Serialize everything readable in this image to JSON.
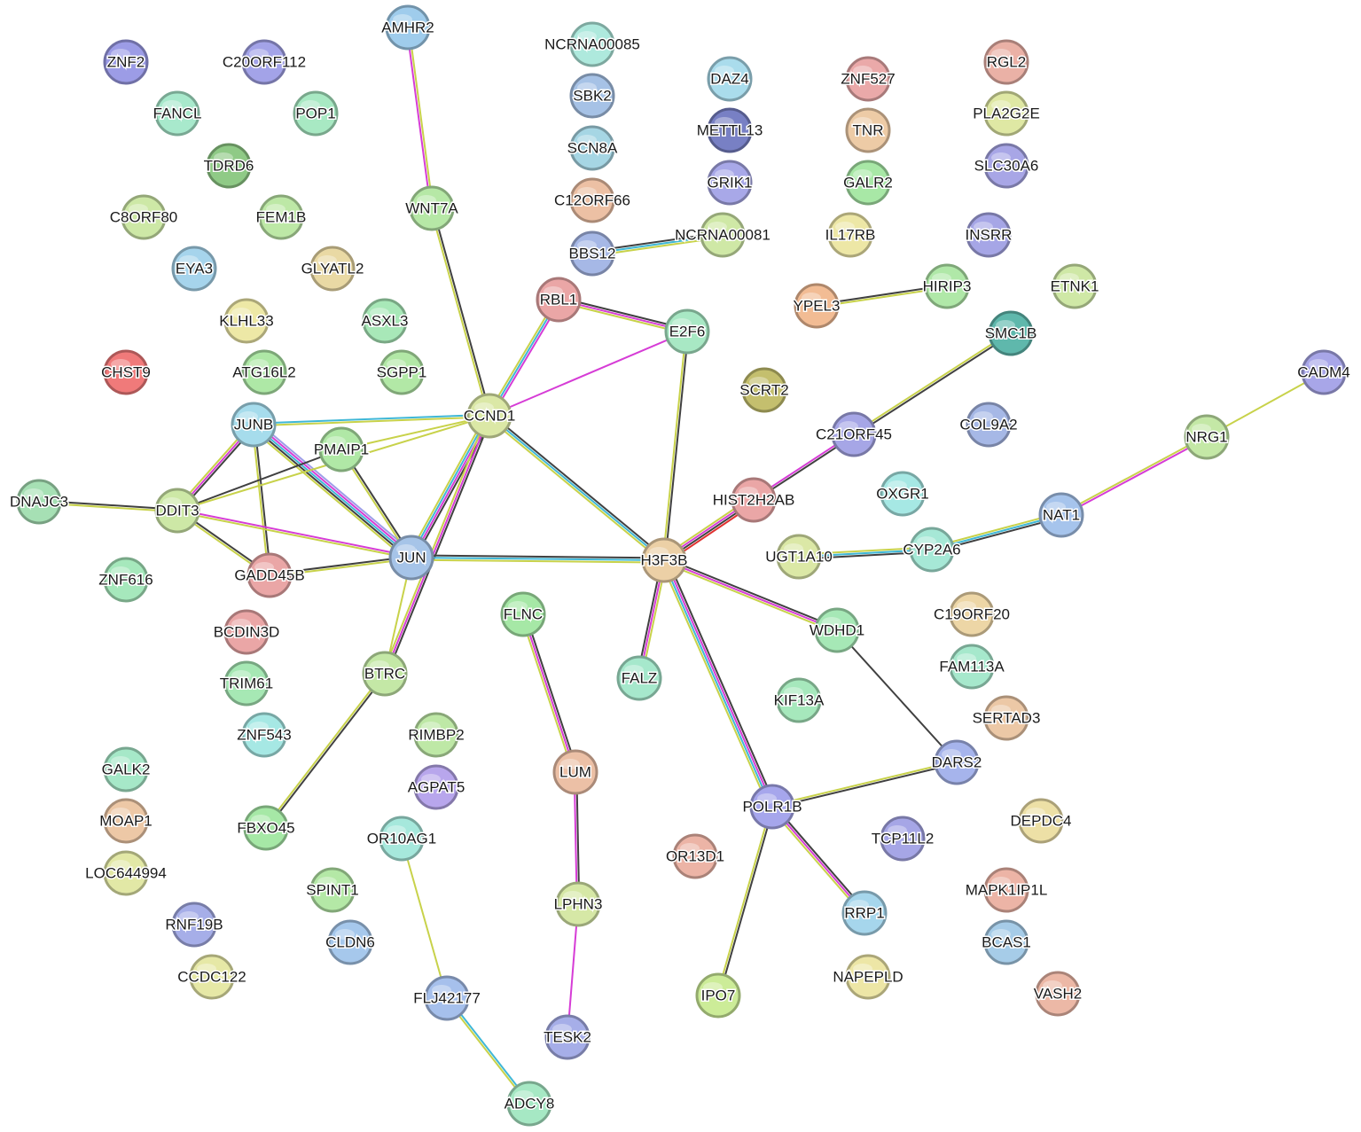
{
  "nodes": [
    {
      "id": "ZNF2",
      "label": "ZNF2",
      "color": "#9c9ce6"
    },
    {
      "id": "C20ORF112",
      "label": "C20ORF112",
      "color": "#a3a3e8"
    },
    {
      "id": "AMHR2",
      "label": "AMHR2",
      "color": "#9fccec"
    },
    {
      "id": "NCRNA00085",
      "label": "NCRNA00085",
      "color": "#aee9dd"
    },
    {
      "id": "RGL2",
      "label": "RGL2",
      "color": "#eab1a6"
    },
    {
      "id": "FANCL",
      "label": "FANCL",
      "color": "#a8e9cc"
    },
    {
      "id": "POP1",
      "label": "POP1",
      "color": "#a8e9c3"
    },
    {
      "id": "SBK2",
      "label": "SBK2",
      "color": "#a6c2e6"
    },
    {
      "id": "DAZ4",
      "label": "DAZ4",
      "color": "#aadcec"
    },
    {
      "id": "ZNF527",
      "label": "ZNF527",
      "color": "#eaa9a9"
    },
    {
      "id": "PLA2G2E",
      "label": "PLA2G2E",
      "color": "#dfe8a4"
    },
    {
      "id": "METTL13",
      "label": "METTL13",
      "color": "#7880c4"
    },
    {
      "id": "TNR",
      "label": "TNR",
      "color": "#edcba6"
    },
    {
      "id": "SCN8A",
      "label": "SCN8A",
      "color": "#a6d6e4"
    },
    {
      "id": "TDRD6",
      "label": "TDRD6",
      "color": "#8fca86"
    },
    {
      "id": "SLC30A6",
      "label": "SLC30A6",
      "color": "#a8a6e6"
    },
    {
      "id": "GRIK1",
      "label": "GRIK1",
      "color": "#a8a8e8"
    },
    {
      "id": "GALR2",
      "label": "GALR2",
      "color": "#a8e8a6"
    },
    {
      "id": "C12ORF66",
      "label": "C12ORF66",
      "color": "#ecc0a4"
    },
    {
      "id": "WNT7A",
      "label": "WNT7A",
      "color": "#b6e8a6"
    },
    {
      "id": "C8ORF80",
      "label": "C8ORF80",
      "color": "#cde8a6"
    },
    {
      "id": "FEM1B",
      "label": "FEM1B",
      "color": "#bde8a6"
    },
    {
      "id": "NCRNA00081",
      "label": "NCRNA00081",
      "color": "#cfe8a6"
    },
    {
      "id": "IL17RB",
      "label": "IL17RB",
      "color": "#ede7a6"
    },
    {
      "id": "INSRR",
      "label": "INSRR",
      "color": "#a6a6e6"
    },
    {
      "id": "BBS12",
      "label": "BBS12",
      "color": "#a6b8e6"
    },
    {
      "id": "EYA3",
      "label": "EYA3",
      "color": "#a6d4ec"
    },
    {
      "id": "GLYATL2",
      "label": "GLYATL2",
      "color": "#e9d9a4"
    },
    {
      "id": "HIRIP3",
      "label": "HIRIP3",
      "color": "#b0e8a8"
    },
    {
      "id": "ETNK1",
      "label": "ETNK1",
      "color": "#cfe8a6"
    },
    {
      "id": "RBL1",
      "label": "RBL1",
      "color": "#eaa6a6"
    },
    {
      "id": "YPEL3",
      "label": "YPEL3",
      "color": "#f2bc94"
    },
    {
      "id": "KLHL33",
      "label": "KLHL33",
      "color": "#ede8a6"
    },
    {
      "id": "ASXL3",
      "label": "ASXL3",
      "color": "#a8e8b8"
    },
    {
      "id": "E2F6",
      "label": "E2F6",
      "color": "#a8e8c4"
    },
    {
      "id": "SMC1B",
      "label": "SMC1B",
      "color": "#5fb8ac"
    },
    {
      "id": "CHST9",
      "label": "CHST9",
      "color": "#f07a7a"
    },
    {
      "id": "ATG16L2",
      "label": "ATG16L2",
      "color": "#aee8a6"
    },
    {
      "id": "SGPP1",
      "label": "SGPP1",
      "color": "#b2e8a6"
    },
    {
      "id": "SCRT2",
      "label": "SCRT2",
      "color": "#c4bf6e"
    },
    {
      "id": "CADM4",
      "label": "CADM4",
      "color": "#a8a6e8"
    },
    {
      "id": "JUNB",
      "label": "JUNB",
      "color": "#a6dcec"
    },
    {
      "id": "CCND1",
      "label": "CCND1",
      "color": "#dbe8a6"
    },
    {
      "id": "COL9A2",
      "label": "COL9A2",
      "color": "#a6b8e6"
    },
    {
      "id": "PMAIP1",
      "label": "PMAIP1",
      "color": "#b0e8a6"
    },
    {
      "id": "C21ORF45",
      "label": "C21ORF45",
      "color": "#a6a6e6"
    },
    {
      "id": "NRG1",
      "label": "NRG1",
      "color": "#c4e8a6"
    },
    {
      "id": "DNAJC3",
      "label": "DNAJC3",
      "color": "#a6e0b4"
    },
    {
      "id": "DDIT3",
      "label": "DDIT3",
      "color": "#cde8a6"
    },
    {
      "id": "HIST2H2AB",
      "label": "HIST2H2AB",
      "color": "#eaa6a6"
    },
    {
      "id": "OXGR1",
      "label": "OXGR1",
      "color": "#a6e8e4"
    },
    {
      "id": "NAT1",
      "label": "NAT1",
      "color": "#a6c4ec"
    },
    {
      "id": "ZNF616",
      "label": "ZNF616",
      "color": "#a6e8bc"
    },
    {
      "id": "GADD45B",
      "label": "GADD45B",
      "color": "#eaa6a6"
    },
    {
      "id": "JUN",
      "label": "JUN",
      "color": "#a6c4e8"
    },
    {
      "id": "H3F3B",
      "label": "H3F3B",
      "color": "#ecd0a6"
    },
    {
      "id": "UGT1A10",
      "label": "UGT1A10",
      "color": "#dbe8a6"
    },
    {
      "id": "CYP2A6",
      "label": "CYP2A6",
      "color": "#a6e8d6"
    },
    {
      "id": "C19ORF20",
      "label": "C19ORF20",
      "color": "#edd6a6"
    },
    {
      "id": "FLNC",
      "label": "FLNC",
      "color": "#a6e8a6"
    },
    {
      "id": "BCDIN3D",
      "label": "BCDIN3D",
      "color": "#eaa6a6"
    },
    {
      "id": "WDHD1",
      "label": "WDHD1",
      "color": "#a6e8b6"
    },
    {
      "id": "FAM113A",
      "label": "FAM113A",
      "color": "#a6e8cc"
    },
    {
      "id": "TRIM61",
      "label": "TRIM61",
      "color": "#a6e8b4"
    },
    {
      "id": "BTRC",
      "label": "BTRC",
      "color": "#c4e8a6"
    },
    {
      "id": "FALZ",
      "label": "FALZ",
      "color": "#a6e8cc"
    },
    {
      "id": "KIF13A",
      "label": "KIF13A",
      "color": "#a6e8bc"
    },
    {
      "id": "SERTAD3",
      "label": "SERTAD3",
      "color": "#ecc8a6"
    },
    {
      "id": "ZNF543",
      "label": "ZNF543",
      "color": "#a6e8e4"
    },
    {
      "id": "RIMBP2",
      "label": "RIMBP2",
      "color": "#bee8a6"
    },
    {
      "id": "DARS2",
      "label": "DARS2",
      "color": "#a6b4ec"
    },
    {
      "id": "GALK2",
      "label": "GALK2",
      "color": "#a6e8c8"
    },
    {
      "id": "LUM",
      "label": "LUM",
      "color": "#ecc0a6"
    },
    {
      "id": "AGPAT5",
      "label": "AGPAT5",
      "color": "#b8a6ec"
    },
    {
      "id": "POLR1B",
      "label": "POLR1B",
      "color": "#a6a6ec"
    },
    {
      "id": "DEPDC4",
      "label": "DEPDC4",
      "color": "#ede0a6"
    },
    {
      "id": "MOAP1",
      "label": "MOAP1",
      "color": "#edc8a6"
    },
    {
      "id": "FBXO45",
      "label": "FBXO45",
      "color": "#a6e8a6"
    },
    {
      "id": "OR10AG1",
      "label": "OR10AG1",
      "color": "#a6e8dc"
    },
    {
      "id": "TCP11L2",
      "label": "TCP11L2",
      "color": "#a6a6e6"
    },
    {
      "id": "OR13D1",
      "label": "OR13D1",
      "color": "#ecb4a6"
    },
    {
      "id": "LOC644994",
      "label": "LOC644994",
      "color": "#e2e8a6"
    },
    {
      "id": "SPINT1",
      "label": "SPINT1",
      "color": "#b4e8a6"
    },
    {
      "id": "MAPK1IP1L",
      "label": "MAPK1IP1L",
      "color": "#ecb4a6"
    },
    {
      "id": "LPHN3",
      "label": "LPHN3",
      "color": "#d6e8a6"
    },
    {
      "id": "RRP1",
      "label": "RRP1",
      "color": "#a6d6ec"
    },
    {
      "id": "RNF19B",
      "label": "RNF19B",
      "color": "#a6aee8"
    },
    {
      "id": "CLDN6",
      "label": "CLDN6",
      "color": "#a6c8ec"
    },
    {
      "id": "BCAS1",
      "label": "BCAS1",
      "color": "#a6cce8"
    },
    {
      "id": "CCDC122",
      "label": "CCDC122",
      "color": "#e6e8a6"
    },
    {
      "id": "NAPEPLD",
      "label": "NAPEPLD",
      "color": "#ede6a6"
    },
    {
      "id": "FLJ42177",
      "label": "FLJ42177",
      "color": "#a6c0ec"
    },
    {
      "id": "IPO7",
      "label": "IPO7",
      "color": "#ccec98"
    },
    {
      "id": "VASH2",
      "label": "VASH2",
      "color": "#ecb8a6"
    },
    {
      "id": "TESK2",
      "label": "TESK2",
      "color": "#a6aee8"
    },
    {
      "id": "ADCY8",
      "label": "ADCY8",
      "color": "#a6e8c4"
    }
  ],
  "edges": [
    {
      "source": "AMHR2",
      "target": "WNT7A",
      "colors": [
        "#c8d24a",
        "#d63cd6"
      ]
    },
    {
      "source": "WNT7A",
      "target": "CCND1",
      "colors": [
        "#404040",
        "#c8d24a"
      ]
    },
    {
      "source": "BBS12",
      "target": "NCRNA00081",
      "colors": [
        "#404040",
        "#3fb7d6",
        "#c8d24a"
      ]
    },
    {
      "source": "YPEL3",
      "target": "HIRIP3",
      "colors": [
        "#404040",
        "#c8d24a"
      ]
    },
    {
      "source": "RBL1",
      "target": "E2F6",
      "colors": [
        "#404040",
        "#d63cd6",
        "#c8d24a"
      ]
    },
    {
      "source": "RBL1",
      "target": "CCND1",
      "colors": [
        "#d63cd6",
        "#3fb7d6",
        "#c8d24a"
      ]
    },
    {
      "source": "E2F6",
      "target": "CCND1",
      "colors": [
        "#d63cd6"
      ]
    },
    {
      "source": "E2F6",
      "target": "H3F3B",
      "colors": [
        "#404040",
        "#c8d24a"
      ]
    },
    {
      "source": "SMC1B",
      "target": "C21ORF45",
      "colors": [
        "#404040",
        "#c8d24a"
      ]
    },
    {
      "source": "C21ORF45",
      "target": "HIST2H2AB",
      "colors": [
        "#404040",
        "#d63cd6"
      ]
    },
    {
      "source": "HIST2H2AB",
      "target": "H3F3B",
      "colors": [
        "#e03030",
        "#404040",
        "#d63cd6",
        "#c8d24a"
      ]
    },
    {
      "source": "CADM4",
      "target": "NRG1",
      "colors": [
        "#c8d24a"
      ]
    },
    {
      "source": "NRG1",
      "target": "NAT1",
      "colors": [
        "#d63cd6",
        "#c8d24a"
      ]
    },
    {
      "source": "NAT1",
      "target": "CYP2A6",
      "colors": [
        "#404040",
        "#3fb7d6",
        "#c8d24a"
      ]
    },
    {
      "source": "CYP2A6",
      "target": "UGT1A10",
      "colors": [
        "#404040",
        "#3fb7d6",
        "#c8d24a"
      ]
    },
    {
      "source": "JUNB",
      "target": "CCND1",
      "colors": [
        "#3fb7d6",
        "#c8d24a"
      ]
    },
    {
      "source": "JUNB",
      "target": "DDIT3",
      "colors": [
        "#404040",
        "#d63cd6",
        "#c8d24a"
      ]
    },
    {
      "source": "JUNB",
      "target": "JUN",
      "colors": [
        "#9d9de8",
        "#d63cd6",
        "#3fb7d6",
        "#404040",
        "#c8d24a"
      ]
    },
    {
      "source": "JUNB",
      "target": "GADD45B",
      "colors": [
        "#404040",
        "#c8d24a"
      ]
    },
    {
      "source": "PMAIP1",
      "target": "CCND1",
      "colors": [
        "#c8d24a"
      ]
    },
    {
      "source": "PMAIP1",
      "target": "DDIT3",
      "colors": [
        "#404040"
      ]
    },
    {
      "source": "PMAIP1",
      "target": "JUN",
      "colors": [
        "#404040",
        "#c8d24a"
      ]
    },
    {
      "source": "CCND1",
      "target": "DDIT3",
      "colors": [
        "#c8d24a"
      ]
    },
    {
      "source": "CCND1",
      "target": "JUN",
      "colors": [
        "#404040",
        "#d63cd6",
        "#3fb7d6",
        "#c8d24a"
      ]
    },
    {
      "source": "CCND1",
      "target": "H3F3B",
      "colors": [
        "#404040",
        "#3fb7d6",
        "#c8d24a"
      ]
    },
    {
      "source": "CCND1",
      "target": "BTRC",
      "colors": [
        "#404040",
        "#d63cd6",
        "#c8d24a"
      ]
    },
    {
      "source": "DNAJC3",
      "target": "DDIT3",
      "colors": [
        "#404040",
        "#c8d24a"
      ]
    },
    {
      "source": "DDIT3",
      "target": "JUN",
      "colors": [
        "#d63cd6",
        "#c8d24a"
      ]
    },
    {
      "source": "DDIT3",
      "target": "GADD45B",
      "colors": [
        "#404040",
        "#c8d24a"
      ]
    },
    {
      "source": "GADD45B",
      "target": "JUN",
      "colors": [
        "#404040",
        "#c8d24a"
      ]
    },
    {
      "source": "JUN",
      "target": "H3F3B",
      "colors": [
        "#404040",
        "#3fb7d6",
        "#c8d24a"
      ]
    },
    {
      "source": "JUN",
      "target": "BTRC",
      "colors": [
        "#c8d24a"
      ]
    },
    {
      "source": "H3F3B",
      "target": "FALZ",
      "colors": [
        "#c8d24a",
        "#d63cd6",
        "#404040"
      ]
    },
    {
      "source": "H3F3B",
      "target": "WDHD1",
      "colors": [
        "#404040",
        "#d63cd6",
        "#c8d24a"
      ]
    },
    {
      "source": "H3F3B",
      "target": "POLR1B",
      "colors": [
        "#404040",
        "#d63cd6",
        "#3fb7d6",
        "#c8d24a"
      ]
    },
    {
      "source": "WDHD1",
      "target": "DARS2",
      "colors": [
        "#404040"
      ]
    },
    {
      "source": "DARS2",
      "target": "POLR1B",
      "colors": [
        "#404040",
        "#c8d24a"
      ]
    },
    {
      "source": "POLR1B",
      "target": "RRP1",
      "colors": [
        "#404040",
        "#d63cd6",
        "#c8d24a"
      ]
    },
    {
      "source": "POLR1B",
      "target": "IPO7",
      "colors": [
        "#404040",
        "#c8d24a"
      ]
    },
    {
      "source": "BTRC",
      "target": "FBXO45",
      "colors": [
        "#404040",
        "#c8d24a"
      ]
    },
    {
      "source": "FLNC",
      "target": "LUM",
      "colors": [
        "#404040",
        "#d63cd6",
        "#c8d24a"
      ]
    },
    {
      "source": "LUM",
      "target": "LPHN3",
      "colors": [
        "#404040",
        "#d63cd6"
      ]
    },
    {
      "source": "LPHN3",
      "target": "TESK2",
      "colors": [
        "#d63cd6"
      ]
    },
    {
      "source": "OR10AG1",
      "target": "FLJ42177",
      "colors": [
        "#c8d24a"
      ]
    },
    {
      "source": "FLJ42177",
      "target": "ADCY8",
      "colors": [
        "#3fb7d6",
        "#c8d24a"
      ]
    }
  ]
}
